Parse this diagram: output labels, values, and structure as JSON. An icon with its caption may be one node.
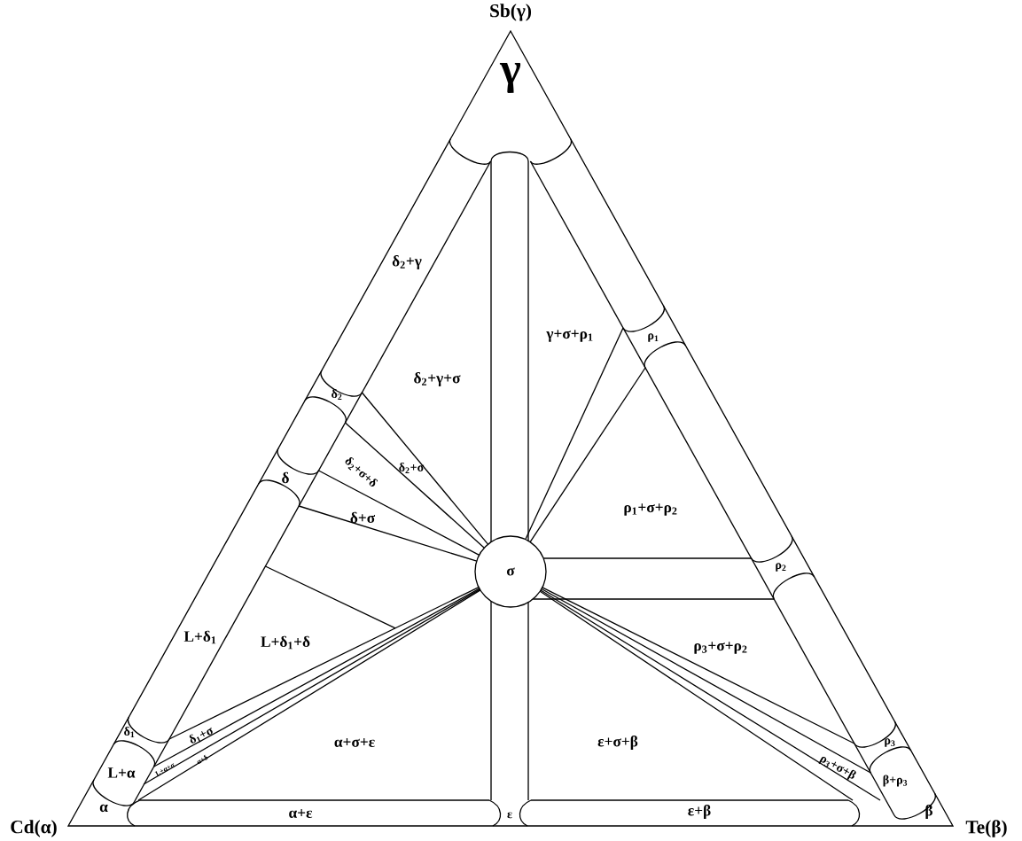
{
  "diagram": {
    "labels": [
      "Sb(γ)",
      "γ",
      "δ$_{2}$+γ",
      "γ+σ+ρ$_{1}$",
      "ρ$_{1}$",
      "δ$_{2}$+γ+σ",
      "δ$_{2}$",
      "δ$_{2}$+σ+δ",
      "δ$_{2}$+σ",
      "δ",
      "ρ$_{1}$+σ+ρ$_{2}$",
      "δ+σ",
      "σ",
      "ρ$_{2}$",
      "L+δ$_{1}$",
      "L+δ$_{1}$+δ",
      "ρ$_{3}$+σ+ρ$_{2}$",
      "δ$_{1}$",
      "δ$_{1}$+σ",
      "α+σ+ε",
      "ε+σ+β",
      "ρ$_{3}$",
      "L+α",
      "L+α+σ",
      "α+δ",
      "ρ$_{3}$+σ+β",
      "β+ρ$_{3}$",
      "α",
      "α+ε",
      "ε",
      "ε+β",
      "β",
      "Cd(α)",
      "Te(β)"
    ]
  }
}
